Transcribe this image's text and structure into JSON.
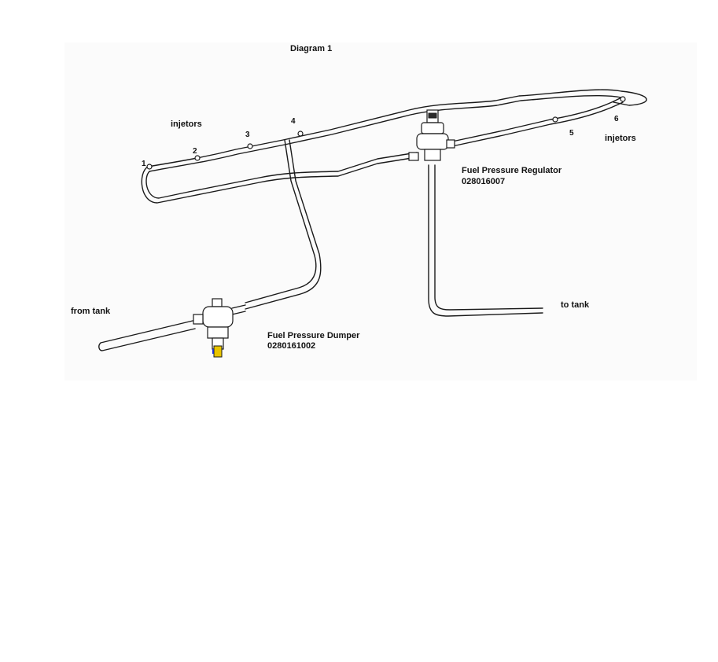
{
  "diagram": {
    "title": "Diagram 1",
    "injectors_left_label": "injetors",
    "injectors_right_label": "injetors",
    "injector_numbers": [
      "1",
      "2",
      "3",
      "4",
      "5",
      "6"
    ],
    "regulator": {
      "name": "Fuel Pressure Regulator",
      "part_number": "028016007"
    },
    "damper": {
      "name": "Fuel Pressure Dumper",
      "part_number": "0280161002"
    },
    "from_tank_label": "from tank",
    "to_tank_label": "to tank"
  }
}
